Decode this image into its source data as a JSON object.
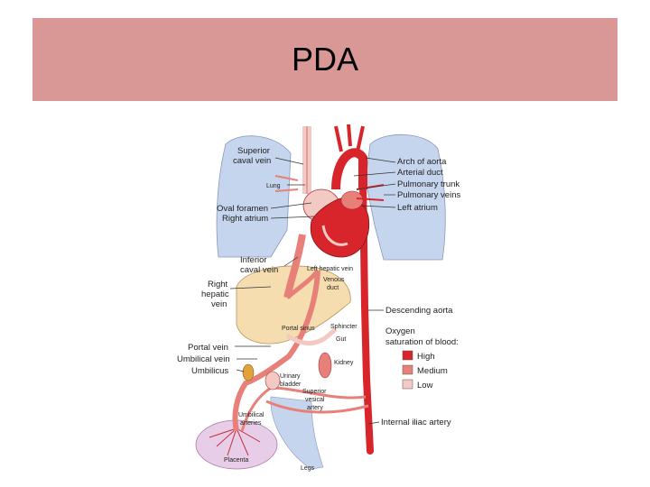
{
  "slide": {
    "title": "PDA"
  },
  "colors": {
    "title_bar": "#d99795",
    "lung": "#c6d5ee",
    "liver": "#f5ddb0",
    "placenta": "#e8cde8",
    "high": "#d8252b",
    "medium": "#e8807a",
    "low": "#f3c9c4"
  },
  "labels": {
    "superior_caval_vein": [
      "Superior",
      "caval vein"
    ],
    "lung": "Lung",
    "oval_foramen": "Oval foramen",
    "right_atrium": "Right atrium",
    "inferior_caval_vein": [
      "Inferior",
      "caval vein"
    ],
    "right_hepatic_vein": [
      "Right",
      "hepatic",
      "vein"
    ],
    "portal_vein": "Portal vein",
    "umbilical_vein": "Umbilical vein",
    "umbilicus": "Umbilicus",
    "umbilical_arteries": [
      "Umbilical",
      "arteries"
    ],
    "placenta": "Placenta",
    "legs": "Legs",
    "arch_of_aorta": "Arch of aorta",
    "arterial_duct": "Arterial duct",
    "pulmonary_trunk": "Pulmonary trunk",
    "pulmonary_veins": "Pulmonary veins",
    "left_atrium": "Left atrium",
    "left_hepatic_vein": "Left hepatic vein",
    "venous_duct": [
      "Venous",
      "duct"
    ],
    "descending_aorta": "Descending aorta",
    "portal_sinus": "Portal sinus",
    "sphincter": "Sphincter",
    "gut": "Gut",
    "kidney": "Kidney",
    "urinary_bladder": [
      "Urinary",
      "bladder"
    ],
    "superior_vesical_artery": [
      "Superior",
      "vesical",
      "artery"
    ],
    "internal_iliac_artery": "Internal iliac artery"
  },
  "legend": {
    "title": [
      "Oxygen",
      "saturation of blood:"
    ],
    "items": [
      {
        "label": "High",
        "color": "#d8252b"
      },
      {
        "label": "Medium",
        "color": "#e8807a"
      },
      {
        "label": "Low",
        "color": "#f3c9c4"
      }
    ]
  }
}
